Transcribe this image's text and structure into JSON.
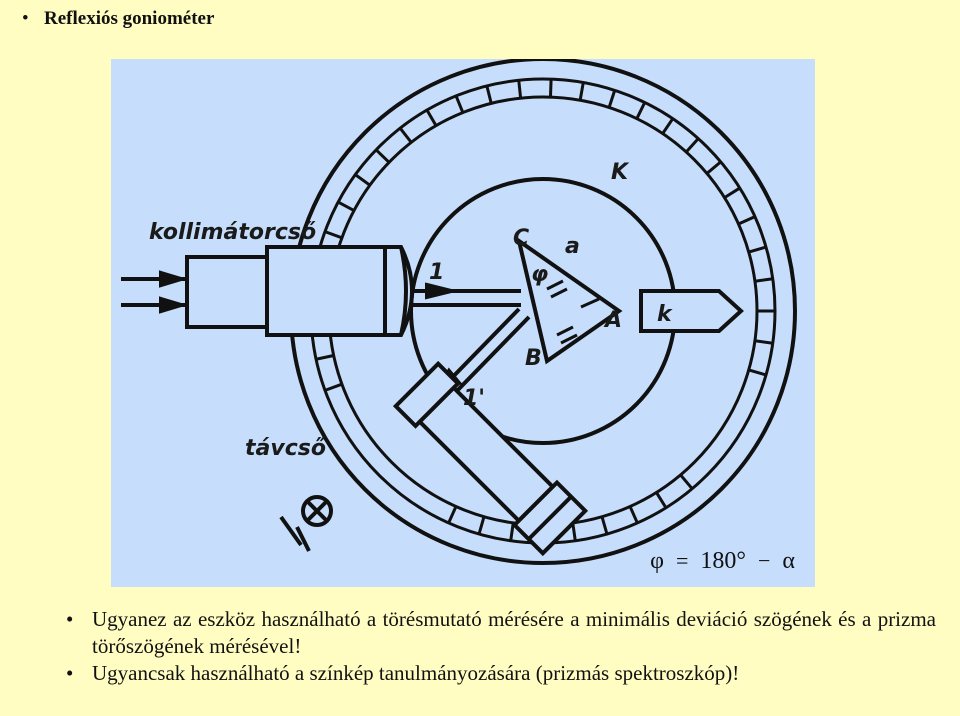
{
  "title": "Reflexiós goniométer",
  "diagram": {
    "labels": {
      "collimator": "kollimátorcső",
      "telescope": "távcső",
      "circle": "K",
      "vertex_c": "C",
      "angle_a": "a",
      "vertex_phi": "φ",
      "vertex_a": "A",
      "vertex_b": "B",
      "pointer": "k",
      "ray_in": "1",
      "ray_out": "1'"
    },
    "formula": {
      "lhs": "φ",
      "eq": "=",
      "value": "180°",
      "minus": "−",
      "rhs": "α"
    }
  },
  "bullets": [
    "Ugyanez az eszköz használható a törésmutató mérésére a minimális deviáció szögének és a prizma törőszögének mérésével!",
    "Ugyancsak használható a színkép tanulmányozására (prizmás spektroszkóp)!"
  ]
}
